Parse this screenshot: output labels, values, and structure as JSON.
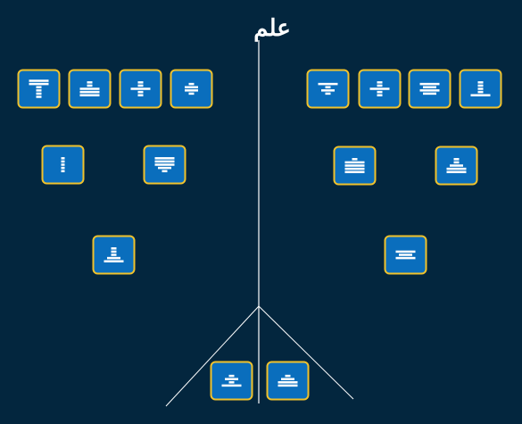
{
  "title_glyph": "علم",
  "colors": {
    "background": "#03263e",
    "tile_fill": "#0a6ebd",
    "tile_border": "#f0c22c",
    "bars": "#ffffff",
    "lines": "#ffffff"
  },
  "tiles": [
    {
      "id": "left-top-1",
      "pattern": [
        "w",
        "w",
        "s",
        "s",
        "s",
        "s"
      ]
    },
    {
      "id": "left-top-2",
      "pattern": [
        "s",
        "s",
        "w",
        "w",
        "w"
      ]
    },
    {
      "id": "left-top-3",
      "pattern": [
        "s",
        "s",
        "w",
        "s",
        "s"
      ]
    },
    {
      "id": "left-top-4",
      "pattern": [
        "s",
        "m",
        "m",
        "s"
      ]
    },
    {
      "id": "right-top-1",
      "pattern": [
        "w",
        "s",
        "m",
        "s"
      ]
    },
    {
      "id": "right-top-2",
      "pattern": [
        "s",
        "s",
        "w",
        "s",
        "s"
      ]
    },
    {
      "id": "right-top-3",
      "pattern": [
        "w",
        "m",
        "w",
        "m"
      ]
    },
    {
      "id": "right-top-4",
      "pattern": [
        "s",
        "s",
        "s",
        "s",
        "w"
      ]
    },
    {
      "id": "left-mid-1",
      "pattern": [
        "d",
        "d",
        "d",
        "d",
        "d"
      ]
    },
    {
      "id": "left-mid-2",
      "pattern": [
        "w",
        "w",
        "w",
        "m",
        "s"
      ]
    },
    {
      "id": "right-mid-1",
      "pattern": [
        "s",
        "w",
        "w",
        "w",
        "w"
      ]
    },
    {
      "id": "right-mid-2",
      "pattern": [
        "s",
        "s",
        "m",
        "w",
        "w"
      ]
    },
    {
      "id": "left-low-1",
      "pattern": [
        "s",
        "s",
        "s",
        "m",
        "w"
      ]
    },
    {
      "id": "right-low-1",
      "pattern": [
        "w",
        "m",
        "w"
      ]
    },
    {
      "id": "bottom-1",
      "pattern": [
        "s",
        "m",
        "s",
        "w"
      ]
    },
    {
      "id": "bottom-2",
      "pattern": [
        "s",
        "m",
        "w",
        "w"
      ]
    }
  ]
}
